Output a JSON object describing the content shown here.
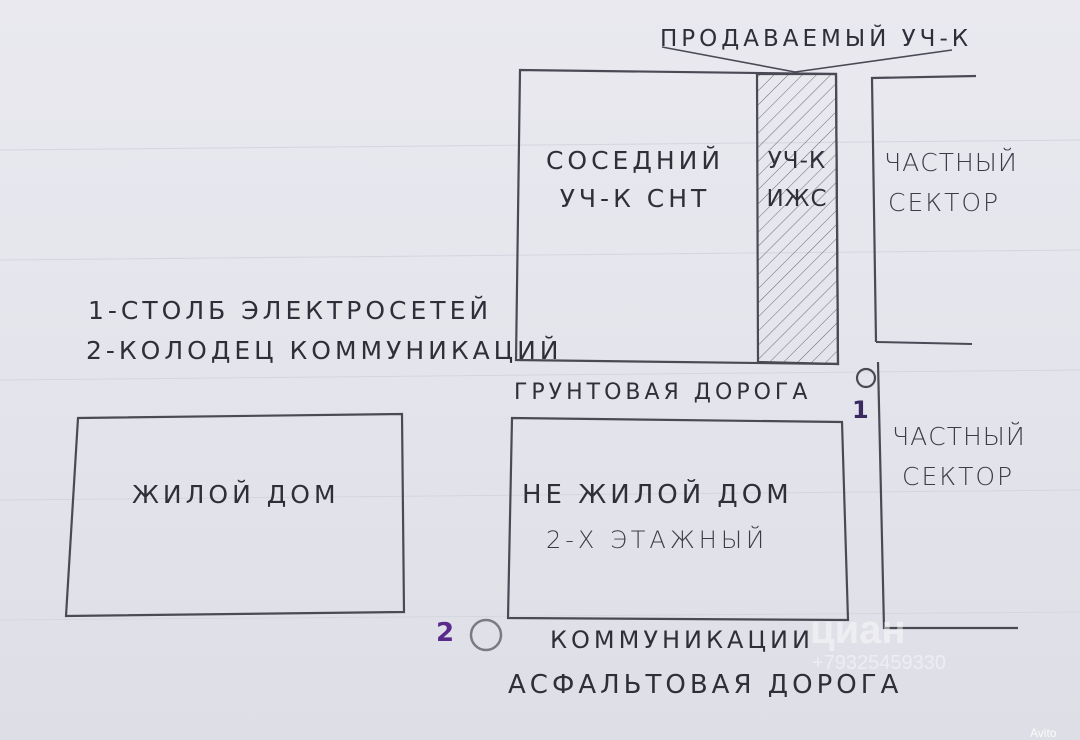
{
  "title": "ПРОДАВАЕМЫЙ УЧ-К",
  "legend": {
    "line1": "1-СТОЛБ ЭЛЕКТРОСЕТЕЙ",
    "line2": "2-КОЛОДЕЦ КОММУНИКАЦИЙ"
  },
  "plots": {
    "neighbor": {
      "line1": "СОСЕДНИЙ",
      "line2": "УЧ-К СНТ"
    },
    "sold": {
      "line1": "УЧ-К",
      "line2": "ИЖС"
    },
    "private_top": {
      "line1": "ЧАСТНЫЙ",
      "line2": "СЕКТОР"
    },
    "private_bottom": {
      "line1": "ЧАСТНЫЙ",
      "line2": "СЕКТОР"
    },
    "residential": {
      "label": "ЖИЛОЙ ДОМ"
    },
    "nonresidential": {
      "line1": "НЕ ЖИЛОЙ ДОМ",
      "line2": "2-Х ЭТАЖНЫЙ"
    }
  },
  "roads": {
    "dirt": "ГРУНТОВАЯ ДОРОГА",
    "utilities": "КОММУНИКАЦИИ",
    "asphalt": "АСФАЛЬТОВАЯ ДОРОГА"
  },
  "markers": {
    "pole": "1",
    "well": "2"
  },
  "colors": {
    "pencil": "#4a4a55",
    "marker_number": "#5a2a8a",
    "paper": "#e6e7ee"
  },
  "watermark": {
    "brand": "циан",
    "phone": "+79325459330",
    "site": "Avito"
  }
}
